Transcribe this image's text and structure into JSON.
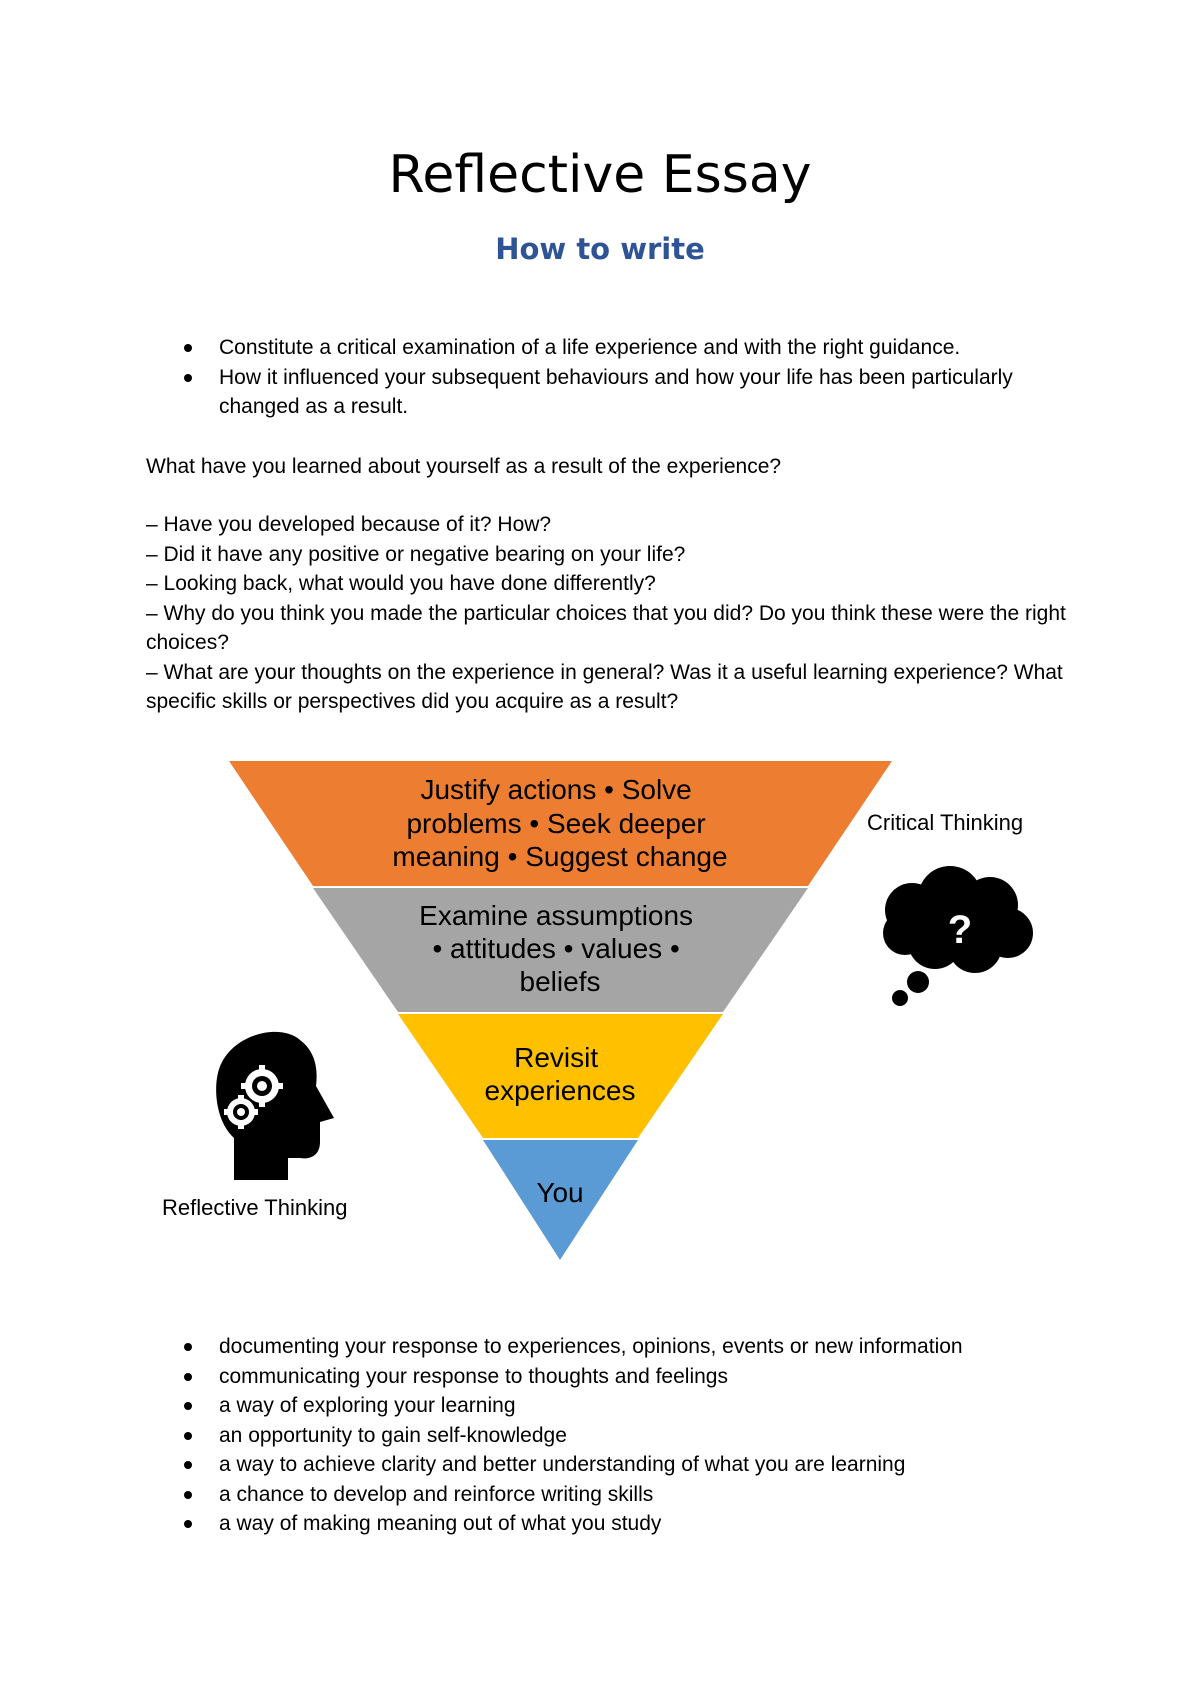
{
  "document": {
    "title": "Reflective Essay",
    "subtitle": "How to write"
  },
  "intro_bullets": [
    "Constitute a critical examination of a life experience and with the right guidance.",
    "How it influenced your subsequent behaviours and how your life has been particularly changed as a result."
  ],
  "question": "What have you learned about yourself as a result of the experience?",
  "prompts": [
    "– Have you developed because of it? How?",
    "– Did it have any positive or negative bearing on your life?",
    "– Looking back, what would you have done differently?",
    "– Why do you think you made the particular choices that you did? Do you think these were the right choices?",
    "– What are your thoughts on the experience in general? Was it a useful learning experience? What specific skills or perspectives did you acquire as a result?"
  ],
  "diagram": {
    "levels": [
      {
        "lines": [
          "Justify actions • Solve",
          "problems • Seek deeper",
          "meaning • Suggest change"
        ],
        "color": "#ed7d31"
      },
      {
        "lines": [
          "Examine assumptions",
          "• attitudes • values •",
          "beliefs"
        ],
        "color": "#a5a5a5"
      },
      {
        "lines": [
          "Revisit",
          "experiences"
        ],
        "color": "#ffc000"
      },
      {
        "lines": [
          "You"
        ],
        "color": "#5b9bd5"
      }
    ],
    "critical_label": "Critical Thinking",
    "reflective_label": "Reflective Thinking",
    "thought_bubble_icon": "thought-bubble-question-icon",
    "head_icon": "head-gears-icon",
    "question_mark": "?"
  },
  "benefit_bullets": [
    "documenting your response to experiences, opinions, events or new information",
    "communicating your response to thoughts and feelings",
    "a way of exploring your learning",
    "an opportunity to gain self-knowledge",
    "a way to achieve clarity and better understanding of what you are learning",
    "a chance to develop and reinforce writing skills",
    "a way of making meaning out of what you study"
  ]
}
